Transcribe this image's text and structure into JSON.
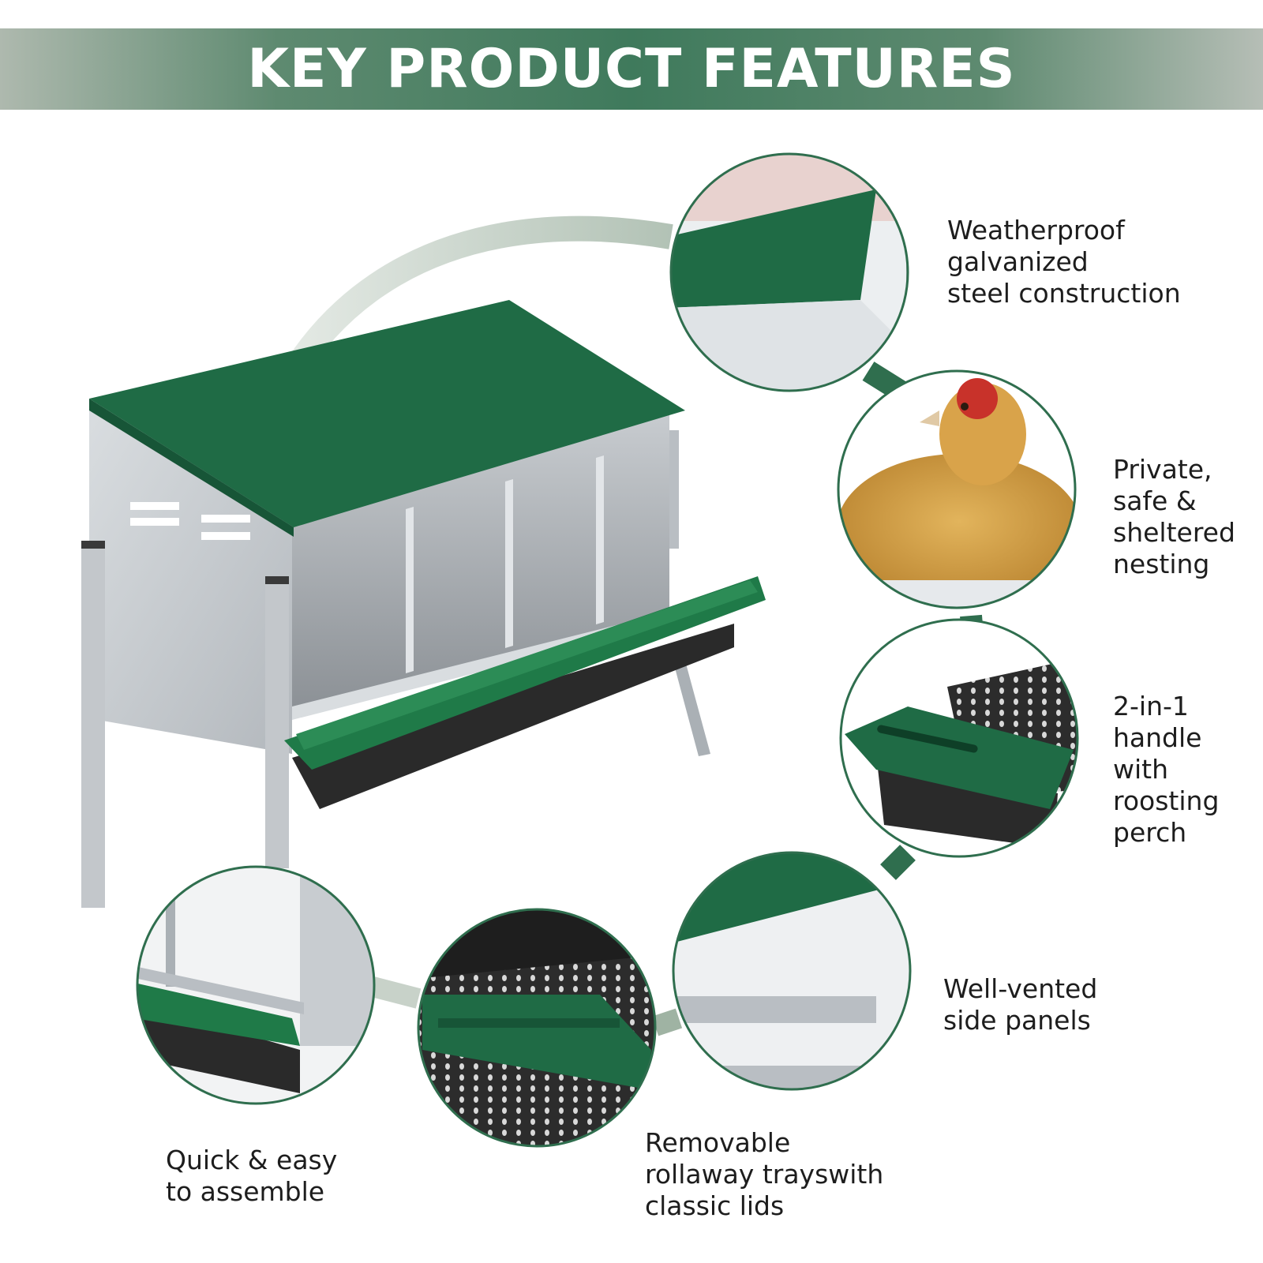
{
  "header": {
    "title": "KEY PRODUCT FEATURES"
  },
  "colors": {
    "brand_green": "#1f6b45",
    "banner_green": "#3f7a5c",
    "steel": "#c9cdd1",
    "tray_black": "#2a2a2a",
    "text": "#1d1d1d"
  },
  "product": {
    "icon": "chicken-nesting-box-icon"
  },
  "features": [
    {
      "icon": "steel-roof-icon",
      "lines": [
        "Weatherproof",
        "galvanized",
        "steel construction"
      ]
    },
    {
      "icon": "hen-icon",
      "lines": [
        "Private,",
        "safe &",
        "sheltered",
        "nesting"
      ]
    },
    {
      "icon": "handle-perch-icon",
      "lines": [
        "2-in-1",
        "handle",
        "with",
        "roosting",
        "perch"
      ]
    },
    {
      "icon": "vented-panel-icon",
      "lines": [
        "Well-vented",
        "side panels"
      ]
    },
    {
      "icon": "rollaway-tray-icon",
      "lines": [
        "Removable",
        "rollaway trayswith",
        "classic lids"
      ]
    },
    {
      "icon": "assembly-icon",
      "lines": [
        "Quick & easy",
        "to assemble"
      ]
    }
  ]
}
